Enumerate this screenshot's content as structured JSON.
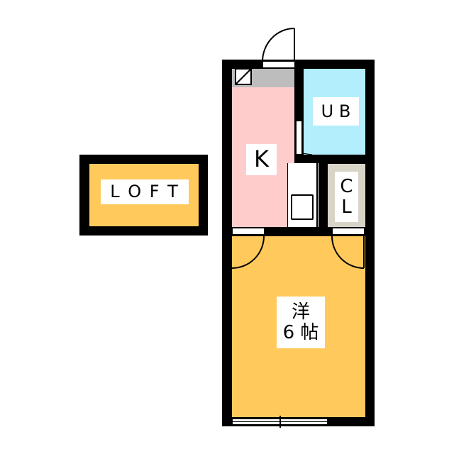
{
  "floorplan": {
    "rooms": {
      "kitchen": {
        "label": "K",
        "color": "#ffcccc"
      },
      "unit_bath": {
        "label": "U B",
        "color": "#b3eefc"
      },
      "closet": {
        "label_line1": "C",
        "label_line2": "L",
        "color": "#d8d5c8"
      },
      "western_room": {
        "label_line1": "洋",
        "label_line2": "6 帖",
        "color": "#ffc95c"
      },
      "loft": {
        "label": "L O F T",
        "color": "#ffc95c"
      }
    },
    "genkan_color": "#bdbdbd",
    "wall_color": "#000000"
  }
}
